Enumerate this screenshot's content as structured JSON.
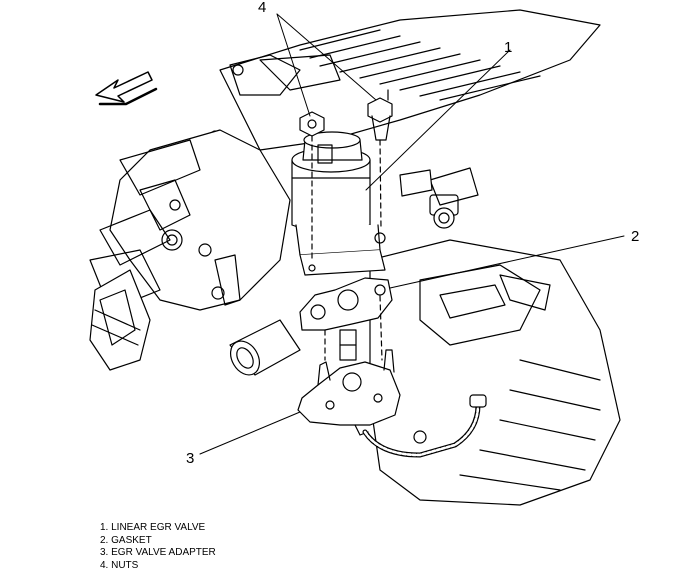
{
  "callouts": [
    {
      "number": "1"
    },
    {
      "number": "2"
    },
    {
      "number": "3"
    },
    {
      "number": "4"
    }
  ],
  "legend": [
    "1. LINEAR EGR VALVE",
    "2. GASKET",
    "3. EGR VALVE ADAPTER",
    "4. NUTS"
  ]
}
